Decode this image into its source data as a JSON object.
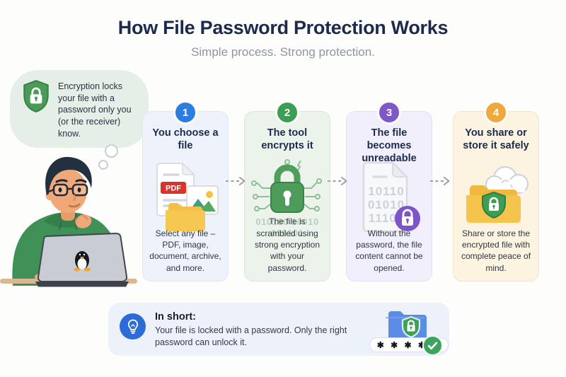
{
  "page": {
    "title": "How File Password Protection Works",
    "subtitle": "Simple process. Strong protection."
  },
  "thought_bubble": {
    "icon": "shield-lock-icon",
    "text": "Encryption locks your file with a password only you (or the receiver) know."
  },
  "steps": [
    {
      "number": "1",
      "title": "You choose a file",
      "description": "Select any file – PDF, image, document, archive, and more.",
      "icon": "file-pdf-image-folder-icon",
      "badge": "PDF",
      "accent": "#2b7de0",
      "bg": "#eef2fb"
    },
    {
      "number": "2",
      "title": "The tool encrypts it",
      "description": "The file is scrambled using strong encryption with your password.",
      "icon": "padlock-circuit-icon",
      "binary": "010100 10010 010101",
      "accent": "#3c9e52",
      "bg": "#ebf3eb"
    },
    {
      "number": "3",
      "title": "The file becomes unreadable",
      "description": "Without the password, the file content cannot be opened.",
      "icon": "encrypted-document-lock-icon",
      "doc_lines": [
        "10110",
        "01010",
        "11101"
      ],
      "accent": "#7e57c9",
      "bg": "#f0effb"
    },
    {
      "number": "4",
      "title": "You share or store it safely",
      "description": "Share or store the encrypted file with complete peace of mind.",
      "icon": "cloud-folder-shield-icon",
      "accent": "#eda93e",
      "bg": "#fcf4e1"
    }
  ],
  "summary": {
    "icon": "lightbulb-icon",
    "title": "In short:",
    "text": "Your file is locked with a password. Only the right password can unlock it.",
    "password_mask": "✱ ✱ ✱ ✱ ✱",
    "check_icon": "checkmark-icon",
    "folder_icon": "folder-shield-lock-icon"
  },
  "colors": {
    "title_text": "#1b2a4d",
    "subtitle_text": "#8f95a0",
    "bubble_bg": "#e6efe7",
    "shield_green": "#4a9a58",
    "arrow_gray": "#98a0a9",
    "banner_bg": "#edf1f9",
    "bulb_blue": "#2d6cd6",
    "folder_blue": "#5b8de4",
    "check_green": "#3ca45c",
    "folder_yellow": "#f3bf45",
    "pdf_red": "#d7342c",
    "hoodie_green": "#3f9157",
    "desk_tan": "#dcb88e"
  }
}
